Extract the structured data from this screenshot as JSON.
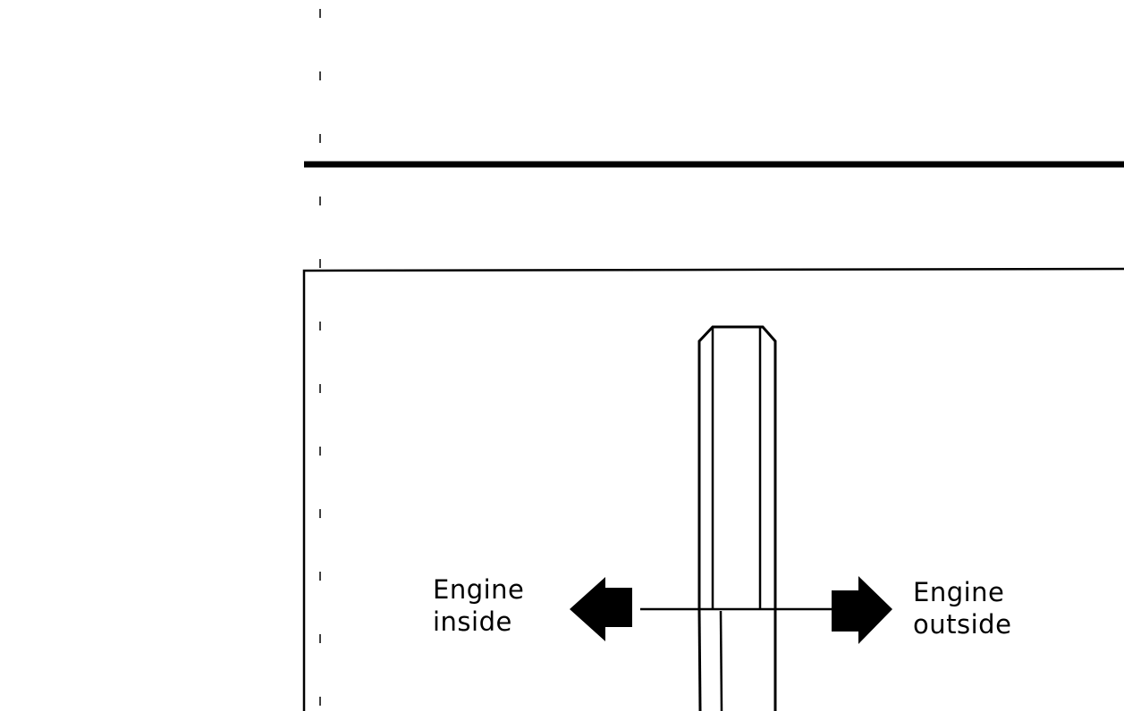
{
  "labels": {
    "left": [
      "Engine",
      "inside"
    ],
    "right": [
      "Engine",
      "outside"
    ]
  },
  "icons": [
    "arrow-left-icon",
    "arrow-right-icon"
  ],
  "colors": {
    "ink": "#000000",
    "background": "#ffffff"
  }
}
